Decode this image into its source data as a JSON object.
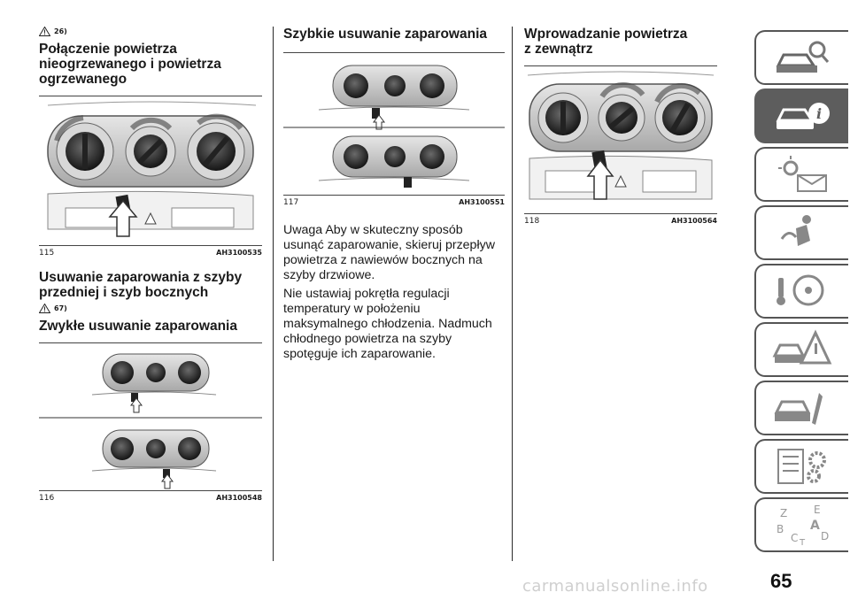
{
  "col1": {
    "note_top": "26)",
    "heading1": "Połączenie powietrza nieogrzewanego i powietrza ogrzewanego",
    "fig115": {
      "num": "115",
      "code": "AH3100535"
    },
    "heading2": "Usuwanie zaparowania z szyby przedniej i szyb bocznych",
    "note_mid": "67)",
    "heading3": "Zwykłe usuwanie zaparowania",
    "fig116": {
      "num": "116",
      "code": "AH3100548"
    }
  },
  "col2": {
    "heading": "Szybkie usuwanie zaparowania",
    "fig117": {
      "num": "117",
      "code": "AH3100551"
    },
    "para1": "Uwaga  Aby w skuteczny sposób usunąć zaparowanie, skieruj przepływ powietrza z nawiewów bocznych na szyby drzwiowe.",
    "para2": "Nie ustawiaj pokrętła regulacji temperatury w położeniu maksymalnego chłodzenia. Nadmuch chłodnego powietrza na szyby spotęguje ich zaparowanie."
  },
  "col3": {
    "heading": "Wprowadzanie powietrza z zewnątrz",
    "fig118": {
      "num": "118",
      "code": "AH3100564"
    }
  },
  "sidebar": {
    "tabs": [
      {
        "icon": "car-search-icon",
        "active": false
      },
      {
        "icon": "car-info-icon",
        "active": true
      },
      {
        "icon": "warning-lights-icon",
        "active": false
      },
      {
        "icon": "airbag-seat-icon",
        "active": false
      },
      {
        "icon": "steering-key-icon",
        "active": false
      },
      {
        "icon": "car-emergency-icon",
        "active": false
      },
      {
        "icon": "car-maintenance-icon",
        "active": false
      },
      {
        "icon": "specs-gears-icon",
        "active": false
      },
      {
        "icon": "alphabet-index-icon",
        "active": false
      }
    ],
    "index_letters": [
      "Z",
      "E",
      "B",
      "A",
      "D",
      "C",
      "T"
    ]
  },
  "page_number": "65",
  "watermark": "carmanualsonline.info",
  "colors": {
    "text": "#1a1a1a",
    "tab_active": "#5d5d5d",
    "tab_border": "#555555",
    "watermark": "#cfcfcf"
  }
}
